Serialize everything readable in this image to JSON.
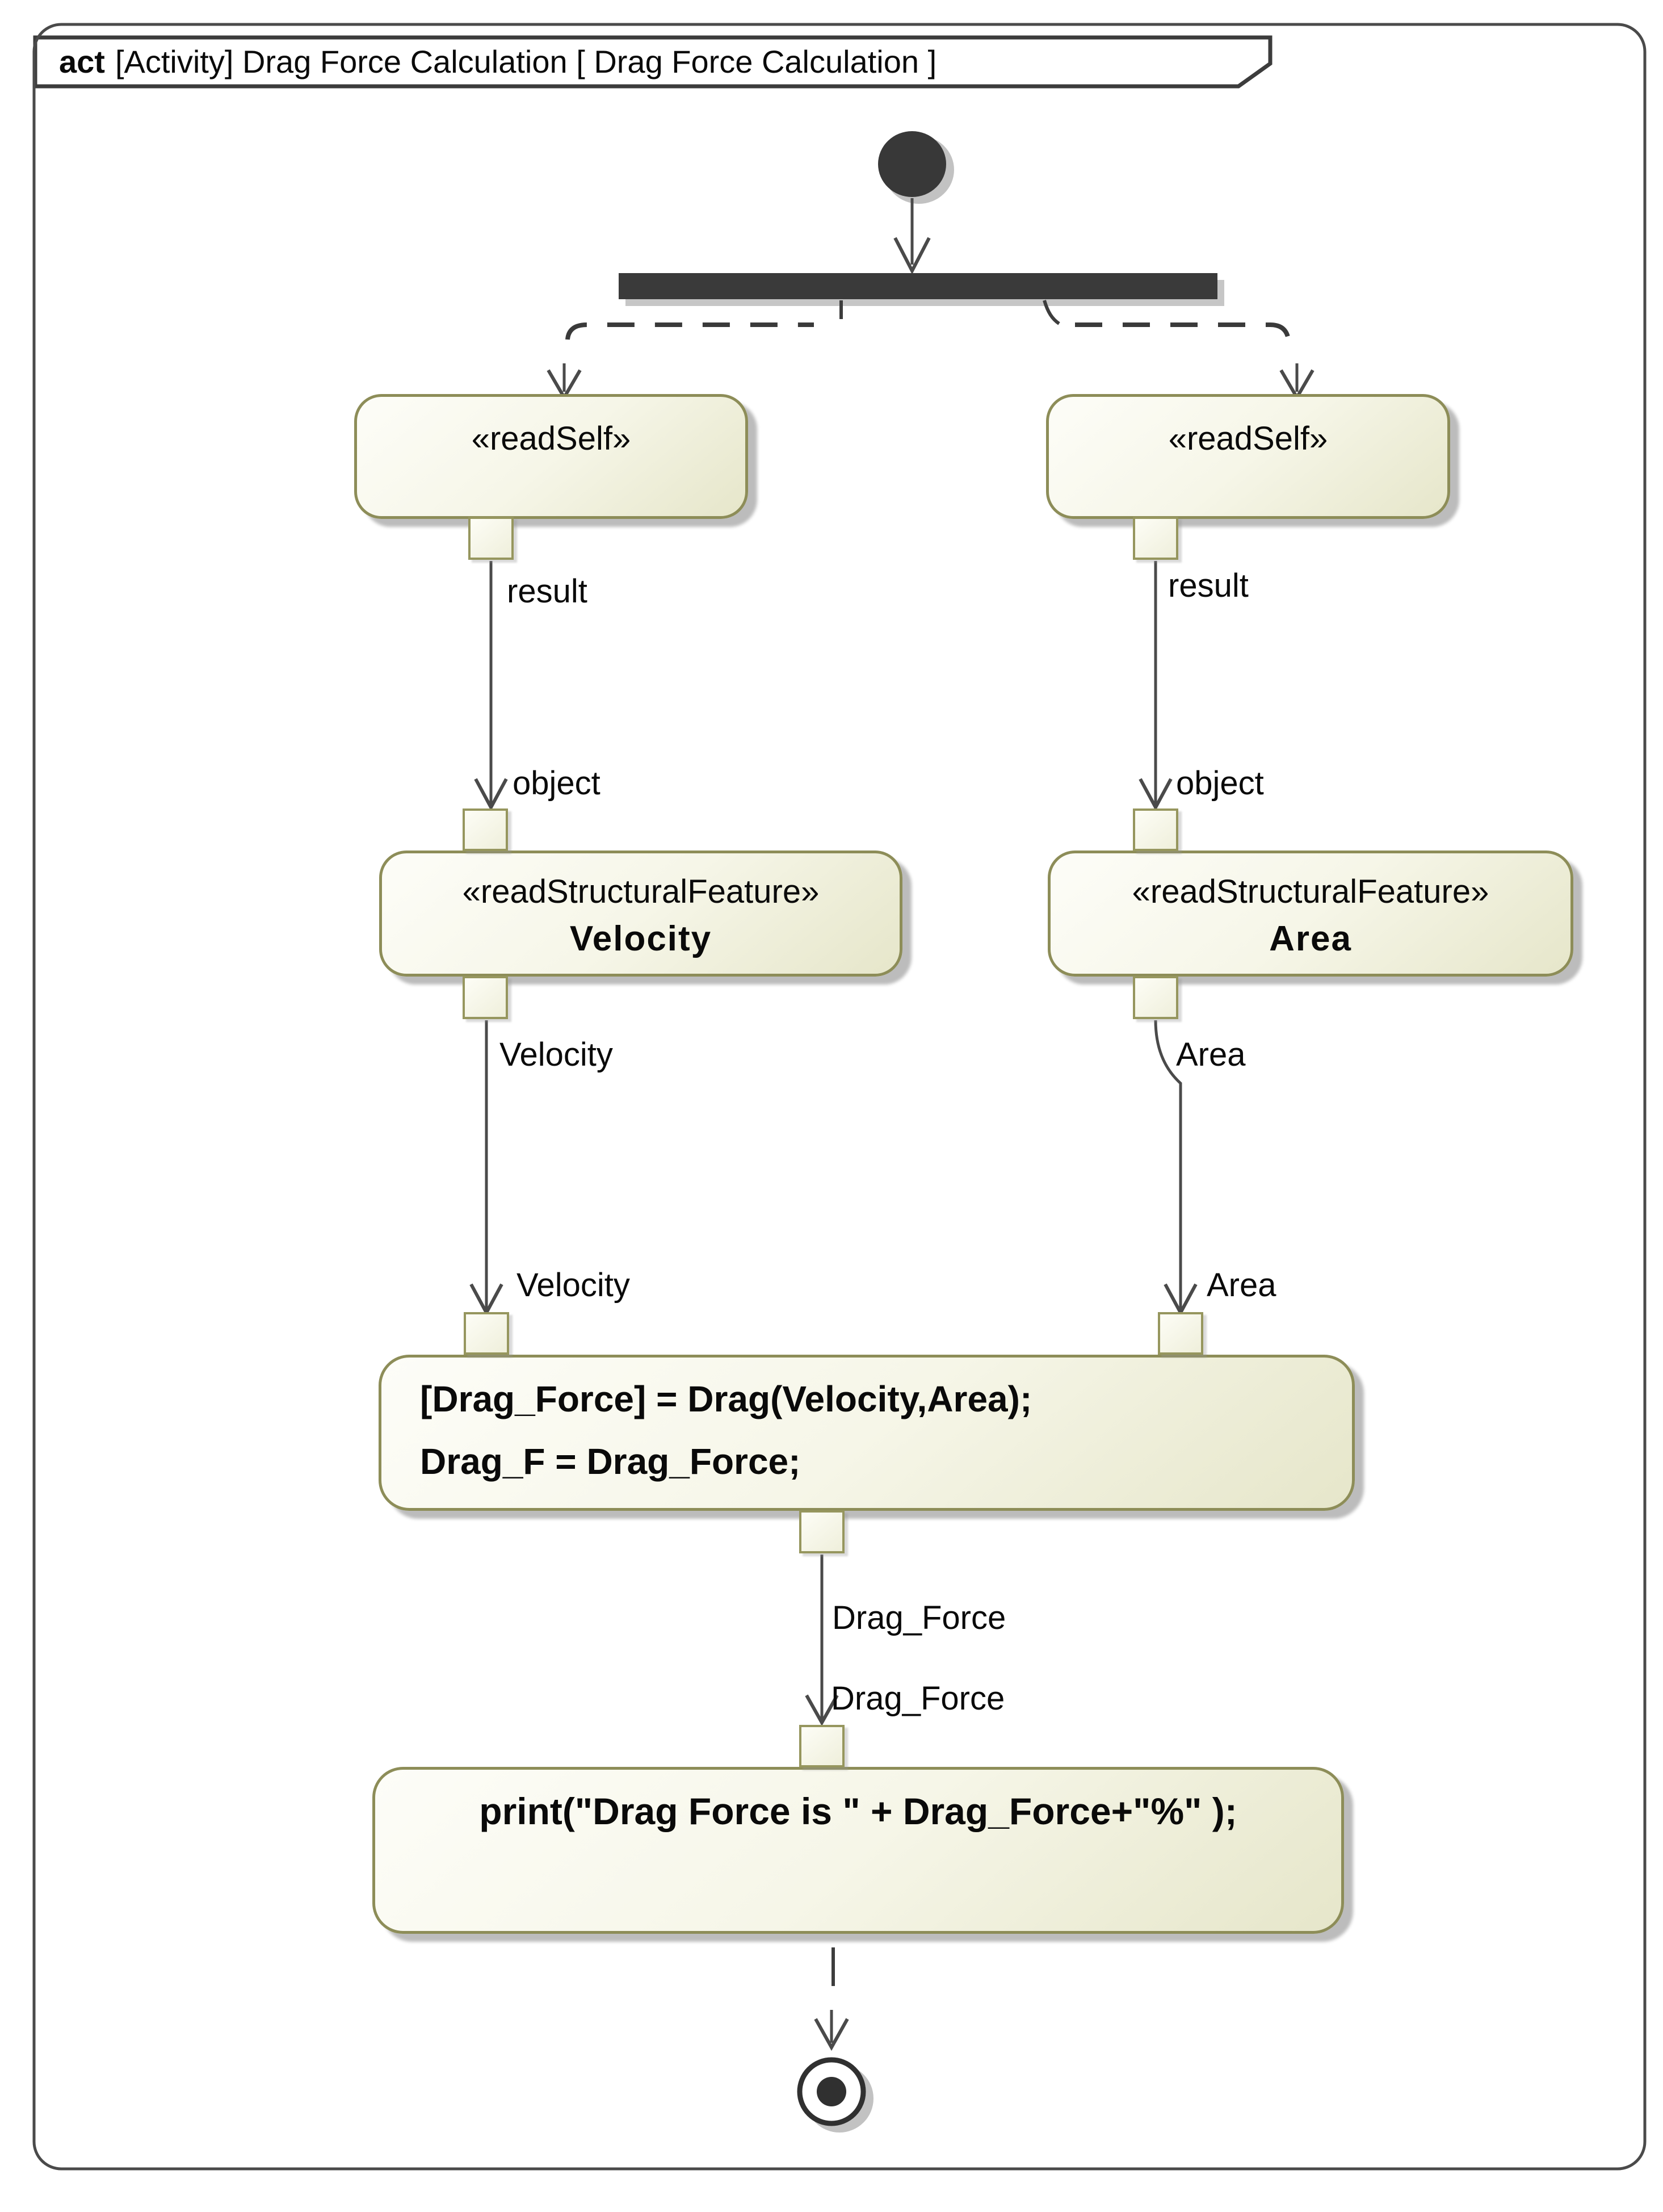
{
  "frame": {
    "title": {
      "keyword": "act",
      "text": "[Activity] Drag Force Calculation [ Drag Force Calculation ]"
    }
  },
  "nodes": {
    "initial_node": "initial-node",
    "fork_node": "fork-bar",
    "read_self_left": {
      "stereotype": "«readSelf»"
    },
    "read_self_right": {
      "stereotype": "«readSelf»"
    },
    "read_feature_velocity": {
      "stereotype": "«readStructuralFeature»",
      "name": "Velocity"
    },
    "read_feature_area": {
      "stereotype": "«readStructuralFeature»",
      "name": "Area"
    },
    "drag_action": {
      "line1": "[Drag_Force] = Drag(Velocity,Area);",
      "line2": "Drag_F = Drag_Force;"
    },
    "print_action": {
      "text": "print(\"Drag Force is \" + Drag_Force+\"%\" );"
    },
    "final_node": "activity-final-node"
  },
  "labels": {
    "result_left": "result",
    "result_right": "result",
    "object_left": "object",
    "object_right": "object",
    "velocity_out": "Velocity",
    "velocity_in": "Velocity",
    "area_out": "Area",
    "area_in": "Area",
    "drag_force_out": "Drag_Force",
    "drag_force_in": "Drag_Force"
  },
  "colors": {
    "node_border": "#8d8d58",
    "node_fill_light": "#fdfdf8",
    "node_fill_dark": "#e6e6ca",
    "fork_bar": "#3a3a3a",
    "edge": "#4a4a4a",
    "shadow": "#bcbcbc",
    "frame_border": "#4a4a4a"
  }
}
